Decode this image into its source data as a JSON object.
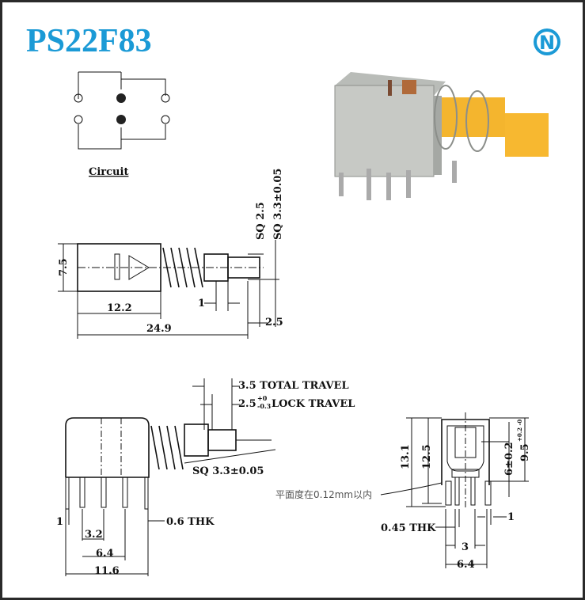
{
  "title": "PS22F83",
  "logo": {
    "letter": "N",
    "color": "#1b9ad6"
  },
  "circuit": {
    "label": "Circuit"
  },
  "side_view": {
    "height": "7.5",
    "body_length": "12.2",
    "total_length": "24.9",
    "gap": "1",
    "tip": "2.5",
    "sq_small": "SQ 2.5",
    "sq_large": "SQ 3.3±0.05"
  },
  "bottom_view": {
    "total_travel": "3.5 TOTAL TRAVEL",
    "lock_travel_value": "2.5",
    "lock_travel_tol_plus": "+0",
    "lock_travel_tol_minus": "-0.3",
    "lock_travel_label": "LOCK TRAVEL",
    "sq": "SQ 3.3±0.05",
    "thk": "0.6 THK",
    "pin_offset": "1",
    "pin_pitch": "3.2",
    "pin_span": "6.4",
    "width": "11.6"
  },
  "front_view": {
    "h1": "13.1",
    "h2": "12.5",
    "h3": "6±0.2",
    "h4_value": "9.5",
    "h4_tol": "+0.2 -0",
    "flatness_note": "平面度在0.12mm以内",
    "thk": "0.45 THK",
    "pin_pitch": "3",
    "pin_span": "6.4",
    "pin_width": "1"
  }
}
